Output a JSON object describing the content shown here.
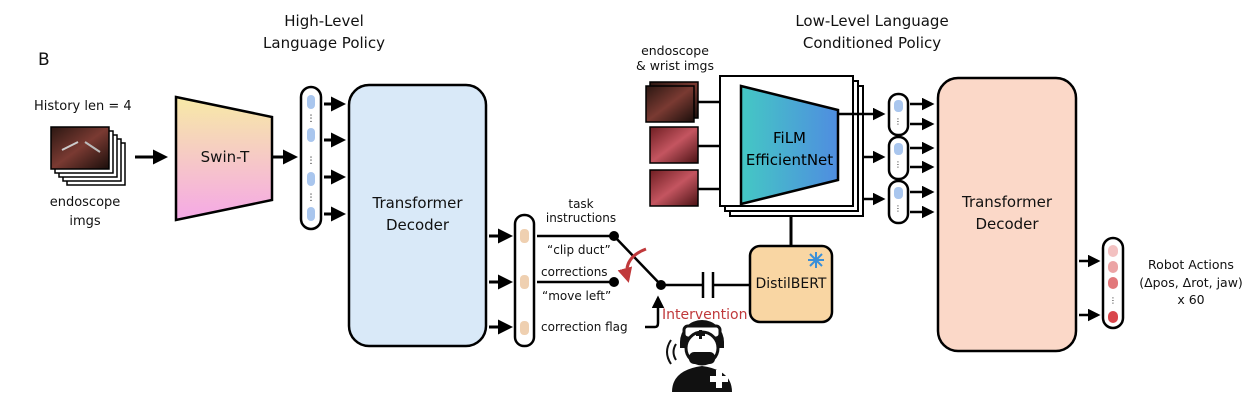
{
  "panel_letter": "B",
  "high_level": {
    "title_line1": "High-Level",
    "title_line2": "Language Policy",
    "history_label": "History len = 4",
    "input_label_line1": "endoscope",
    "input_label_line2": "imgs",
    "encoder": "Swin-T",
    "decoder_line1": "Transformer",
    "decoder_line2": "Decoder"
  },
  "outputs": {
    "task_line1": "task",
    "task_line2": "instructions",
    "task_example": "“clip duct”",
    "corrections": "corrections",
    "corrections_example": "“move left”",
    "flag": "correction flag",
    "intervention": "Intervention"
  },
  "low_level": {
    "title_line1": "Low-Level Language",
    "title_line2": "Conditioned Policy",
    "input_label_line1": "endoscope",
    "input_label_line2": "& wrist imgs",
    "encoder_line1": "FiLM",
    "encoder_line2": "EfficientNet",
    "text_encoder": "DistilBERT",
    "decoder_line1": "Transformer",
    "decoder_line2": "Decoder",
    "output_line1": "Robot Actions",
    "output_line2": "(Δpos, Δrot, jaw)",
    "output_line3": "x 60"
  },
  "colors": {
    "swin_top": "#f7eaa6",
    "swin_bottom": "#f5a8e6",
    "hl_decoder": "#d9e9f8",
    "ll_decoder": "#fbd8c8",
    "distilbert": "#f9d6a3",
    "film_left": "#44c8c4",
    "film_right": "#4f8de0",
    "token_blue": "#a9c6ee",
    "token_tan": "#efd0b1",
    "token_red": "#d9464c",
    "intervention": "#c0393b",
    "snow": "#3a8fd8"
  },
  "icons": [
    "snowflake-icon",
    "surgeon-icon",
    "sound-wave-icon",
    "switch-arrow-icon"
  ]
}
